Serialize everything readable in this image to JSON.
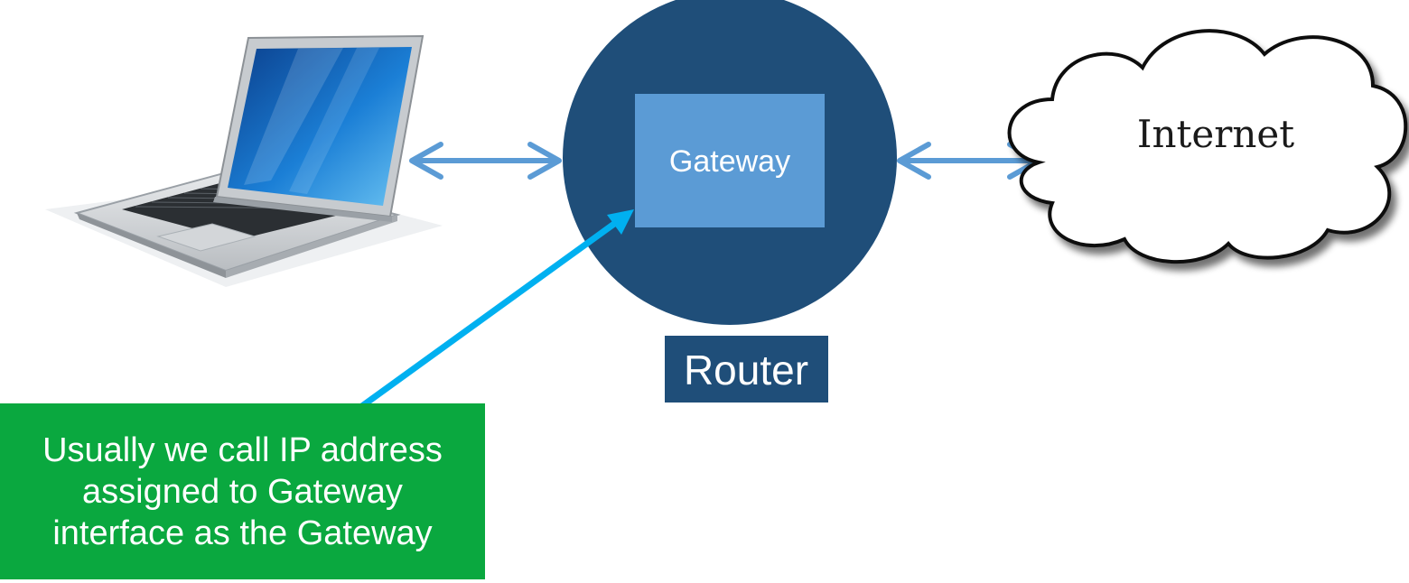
{
  "diagram": {
    "gateway_label": "Gateway",
    "router_label": "Router",
    "internet_label": "Internet",
    "note_lines": [
      "Usually we call IP address",
      "assigned to Gateway",
      "interface as the Gateway"
    ]
  },
  "colors": {
    "router_circle": "#1f4e79",
    "gateway_box": "#5b9bd5",
    "router_label_box": "#1f4e79",
    "link_arrow": "#5b9bd5",
    "pointer_arrow": "#00b0f0",
    "note_box": "#0aa83f"
  },
  "icons": {
    "laptop": "laptop-icon",
    "cloud": "cloud-icon"
  }
}
